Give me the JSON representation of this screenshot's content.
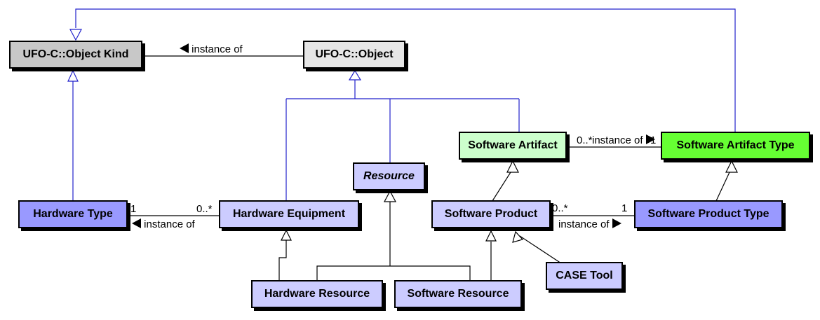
{
  "colors": {
    "kind_fill": "#c8c8c8",
    "object_fill": "#e6e6e6",
    "class_fill": "#ccccff",
    "type_fill": "#9999ff",
    "artifact_fill": "#ccffcc",
    "artifact_type_fill": "#66ff33",
    "generalization_line": "#2222cc",
    "association_line": "#000000"
  },
  "classes": {
    "object_kind": "UFO-C::Object Kind",
    "object": "UFO-C::Object",
    "resource": "Resource",
    "software_artifact": "Software Artifact",
    "software_artifact_type": "Software Artifact Type",
    "hardware_type": "Hardware Type",
    "hardware_equipment": "Hardware Equipment",
    "software_product": "Software Product",
    "software_product_type": "Software Product Type",
    "case_tool": "CASE Tool",
    "hardware_resource": "Hardware Resource",
    "software_resource": "Software Resource"
  },
  "associations": {
    "object_to_kind": {
      "label": "instance of"
    },
    "artifact_to_type": {
      "label": "instance of",
      "source_mult": "0..*",
      "target_mult": "1"
    },
    "equipment_to_type": {
      "label": "instance of",
      "source_mult": "0..*",
      "target_mult": "1"
    },
    "product_to_type": {
      "label": "instance of",
      "source_mult": "0..*",
      "target_mult": "1"
    }
  }
}
